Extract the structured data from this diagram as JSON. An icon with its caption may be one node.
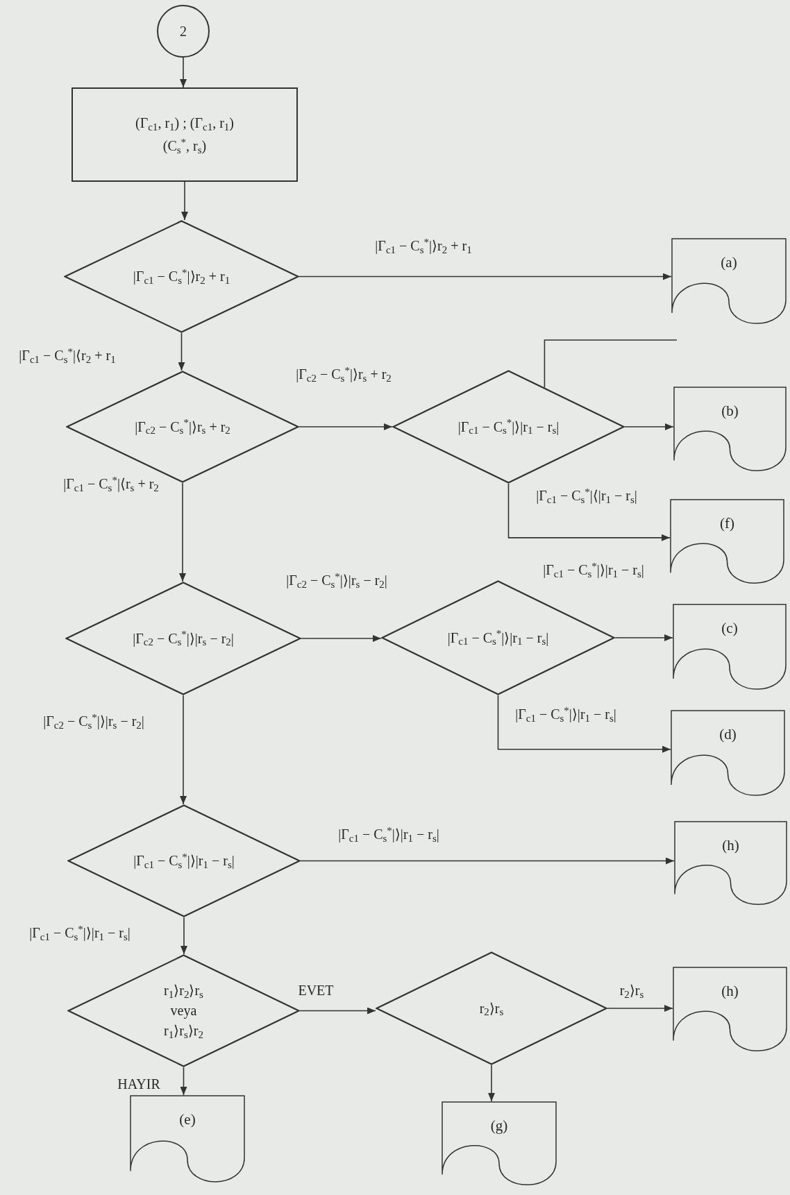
{
  "diagram": {
    "nodes": [
      {
        "text": [
          "2"
        ]
      },
      {
        "text": [
          "(Γ$_{c1}$, r$_{1}$) ; (Γ$_{c1}$, r$_{1}$)",
          "(C$_{s}$$^{*}$, r$_{s}$)"
        ]
      },
      {
        "text": [
          "|Γ$_{c1}$ − C$_{s}$$^{*}$|⟩r$_{2}$ + r$_{1}$"
        ]
      },
      {
        "text": [
          "(a)"
        ]
      },
      {
        "text": [
          "|Γ$_{c2}$ − C$_{s}$$^{*}$|⟩r$_{s}$ + r$_{2}$"
        ]
      },
      {
        "text": [
          "|Γ$_{c1}$ − C$_{s}$$^{*}$|⟩|r$_{1}$ − r$_{s}$|"
        ]
      },
      {
        "text": [
          "(b)"
        ]
      },
      {
        "text": [
          "(f)"
        ]
      },
      {
        "text": [
          "|Γ$_{c2}$ − C$_{s}$$^{*}$|⟩|r$_{s}$ − r$_{2}$|"
        ]
      },
      {
        "text": [
          "|Γ$_{c1}$ − C$_{s}$$^{*}$|⟩|r$_{1}$ − r$_{s}$|"
        ]
      },
      {
        "text": [
          "(c)"
        ]
      },
      {
        "text": [
          "(d)"
        ]
      },
      {
        "text": [
          "|Γ$_{c1}$ − C$_{s}$$^{*}$|⟩|r$_{1}$ − r$_{s}$|"
        ]
      },
      {
        "text": [
          "(h)"
        ]
      },
      {
        "text": [
          "r$_{1}$⟩r$_{2}$⟩r$_{s}$",
          "veya",
          "r$_{1}$⟩r$_{s}$⟩r$_{2}$"
        ]
      },
      {
        "text": [
          "r$_{2}$⟩r$_{s}$"
        ]
      },
      {
        "text": [
          "(h)"
        ]
      },
      {
        "text": [
          "(e)"
        ]
      },
      {
        "text": [
          "(g)"
        ]
      }
    ],
    "edges": [
      {
        "from": 0,
        "to": 1,
        "arrow": "to"
      },
      {
        "from": 1,
        "to": 2,
        "arrow": "to"
      },
      {
        "from": 2,
        "to": 3,
        "arrow": "to",
        "label": "|Γ$_{c1}$ − C$_{s}$$^{*}$|⟩r$_{2}$ + r$_{1}$"
      },
      {
        "from": 2,
        "to": 4,
        "arrow": "to",
        "label": "|Γ$_{c1}$ − C$_{s}$$^{*}$|⟨r$_{2}$ + r$_{1}$"
      },
      {
        "from": 4,
        "to": 5,
        "arrow": "to",
        "label": "|Γ$_{c2}$ − C$_{s}$$^{*}$|⟩r$_{s}$ + r$_{2}$"
      },
      {
        "from": 5,
        "to": 6,
        "arrow": "to"
      },
      {
        "from": 5,
        "to": 7,
        "arrow": "to",
        "label": "|Γ$_{c1}$ − C$_{s}$$^{*}$|⟨|r$_{1}$ − r$_{s}$|"
      },
      {
        "from": 5,
        "to": null,
        "arrow": "none"
      },
      {
        "from": 4,
        "to": 8,
        "arrow": "to",
        "label": "|Γ$_{c1}$ − C$_{s}$$^{*}$|⟨r$_{s}$ + r$_{2}$"
      },
      {
        "from": 8,
        "to": 9,
        "arrow": "to",
        "label": "|Γ$_{c2}$ − C$_{s}$$^{*}$|⟩|r$_{s}$ − r$_{2}$|"
      },
      {
        "from": 9,
        "to": 10,
        "arrow": "to",
        "label": "|Γ$_{c1}$ − C$_{s}$$^{*}$|⟩|r$_{1}$ − r$_{s}$|"
      },
      {
        "from": 9,
        "to": 11,
        "arrow": "to",
        "label": "|Γ$_{c1}$ − C$_{s}$$^{*}$|⟩|r$_{1}$ − r$_{s}$|"
      },
      {
        "from": 8,
        "to": 12,
        "arrow": "to",
        "label": "|Γ$_{c2}$ − C$_{s}$$^{*}$|⟩|r$_{s}$ − r$_{2}$|"
      },
      {
        "from": 12,
        "to": 13,
        "arrow": "to",
        "label": "|Γ$_{c1}$ − C$_{s}$$^{*}$|⟩|r$_{1}$ − r$_{s}$|"
      },
      {
        "from": 12,
        "to": 14,
        "arrow": "to",
        "label": "|Γ$_{c1}$ − C$_{s}$$^{*}$|⟩|r$_{1}$ − r$_{s}$|"
      },
      {
        "from": 14,
        "to": 15,
        "arrow": "to",
        "label": "EVET"
      },
      {
        "from": 15,
        "to": 16,
        "arrow": "to",
        "label": "r$_{2}$⟩r$_{s}$"
      },
      {
        "from": 14,
        "to": 17,
        "arrow": "to",
        "label": "HAYIR"
      },
      {
        "from": 15,
        "to": 18,
        "arrow": "to"
      }
    ]
  }
}
